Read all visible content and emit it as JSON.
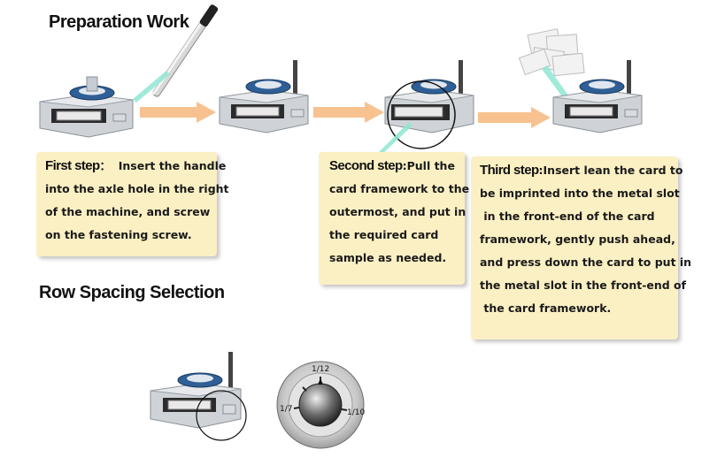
{
  "headings": {
    "preparation": "Preparation Work",
    "row_spacing": "Row Spacing Selection"
  },
  "steps": [
    {
      "name": "First step",
      "sep": "：",
      "lines": [
        "Insert the handle",
        "into the axle hole in the right",
        "of the machine, and screw",
        "on the fastening screw."
      ]
    },
    {
      "name": "Second step",
      "sep": ":",
      "lines": [
        "Pull the",
        "card framework to the",
        "outermost, and put in",
        "the required card",
        "sample as needed."
      ]
    },
    {
      "name": "Third step",
      "sep": ":",
      "lines": [
        "Insert lean the card to",
        "be imprinted into the metal slot",
        " in the front-end of the card",
        "framework, gently push ahead,",
        "and press down the card to put in",
        "the metal slot in the front-end of",
        " the card framework."
      ]
    }
  ],
  "dial": {
    "labels": [
      "1/12",
      "1/10",
      "1/7"
    ]
  },
  "colors": {
    "note_bg": "#fbf0c3",
    "arrow": "#f7c28f",
    "accent_line": "#8fe6d2",
    "dial_blue": "#2f5f96"
  }
}
